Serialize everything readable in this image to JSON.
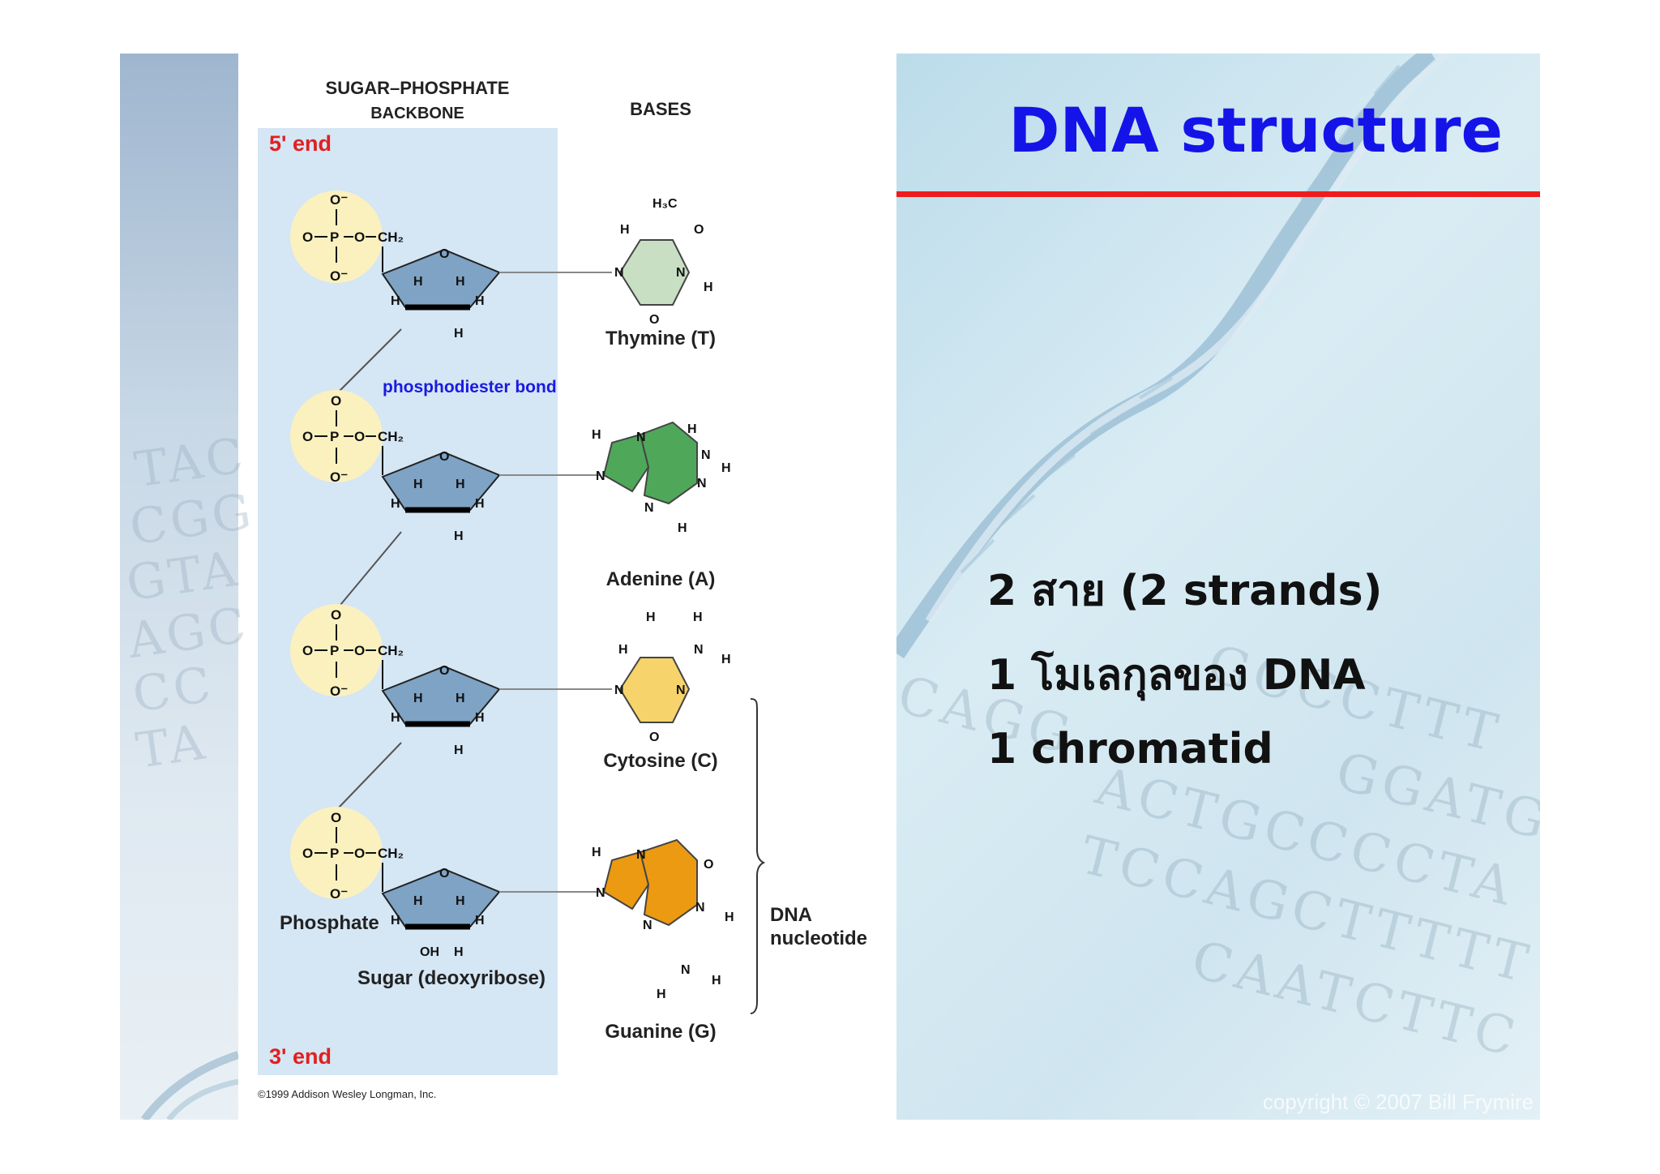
{
  "left_strip": {
    "ghost_letters": [
      "TAC",
      "CGG",
      "GTA",
      "AGC",
      "CC",
      "TA"
    ]
  },
  "diagram": {
    "header_backbone": [
      "SUGAR–PHOSPHATE",
      "BACKBONE"
    ],
    "header_bases": "BASES",
    "five_prime_end": "5' end",
    "three_prime_end": "3' end",
    "phosphodiester_bond": "phosphodiester bond",
    "phosphate_label": "Phosphate",
    "sugar_label": "Sugar (deoxyribose)",
    "nucleotide_label": [
      "DNA",
      "nucleotide"
    ],
    "copyright": "©1999 Addison Wesley Longman, Inc.",
    "bases": [
      {
        "name": "Thymine (T)",
        "color": "#c8dfc4"
      },
      {
        "name": "Adenine (A)",
        "color": "#4fa85a"
      },
      {
        "name": "Cytosine (C)",
        "color": "#f7d36b"
      },
      {
        "name": "Guanine (G)",
        "color": "#ec9a12"
      }
    ],
    "colors": {
      "backbone_panel": "#d5e6f4",
      "phosphate_circle": "#fbf1bf",
      "sugar_ring": "#7ea3c4",
      "end_label": "#e02020",
      "bond_label": "#1a1ae0"
    }
  },
  "slide": {
    "title": "DNA structure",
    "bullets": [
      "2 สาย (2 strands)",
      "1 โมเลกุลของ DNA",
      "1 chromatid"
    ],
    "copyright": "copyright © 2007 Bill Frymire",
    "background_sequence": [
      "CAGG",
      "GCCCTTT",
      "GGATG",
      "ACTGCCCCTA",
      "TCCAGCTTTTT",
      "CAATCTTC"
    ],
    "colors": {
      "title": "#1414e8",
      "rule": "#ee1c1c"
    }
  }
}
